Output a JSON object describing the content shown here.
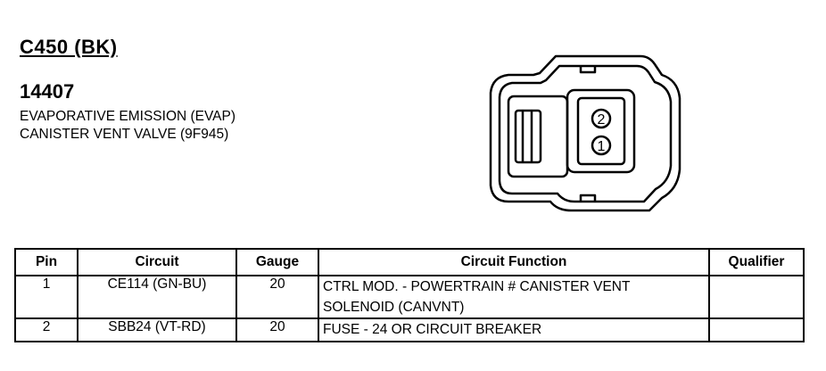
{
  "connector": {
    "id": "C450 (BK)",
    "part_number": "14407",
    "description_lines": [
      "EVAPORATIVE EMISSION (EVAP)",
      "CANISTER VENT VALVE (9F945)"
    ],
    "pin_labels": [
      "2",
      "1"
    ]
  },
  "table": {
    "headers": [
      "Pin",
      "Circuit",
      "Gauge",
      "Circuit Function",
      "Qualifier"
    ],
    "rows": [
      {
        "pin": "1",
        "circuit": "CE114 (GN-BU)",
        "gauge": "20",
        "function_lines": [
          "CTRL MOD. - POWERTRAIN # CANISTER VENT",
          "SOLENOID (CANVNT)"
        ],
        "qualifier": ""
      },
      {
        "pin": "2",
        "circuit": "SBB24 (VT-RD)",
        "gauge": "20",
        "function_lines": [
          "FUSE - 24 OR CIRCUIT BREAKER"
        ],
        "qualifier": ""
      }
    ]
  }
}
